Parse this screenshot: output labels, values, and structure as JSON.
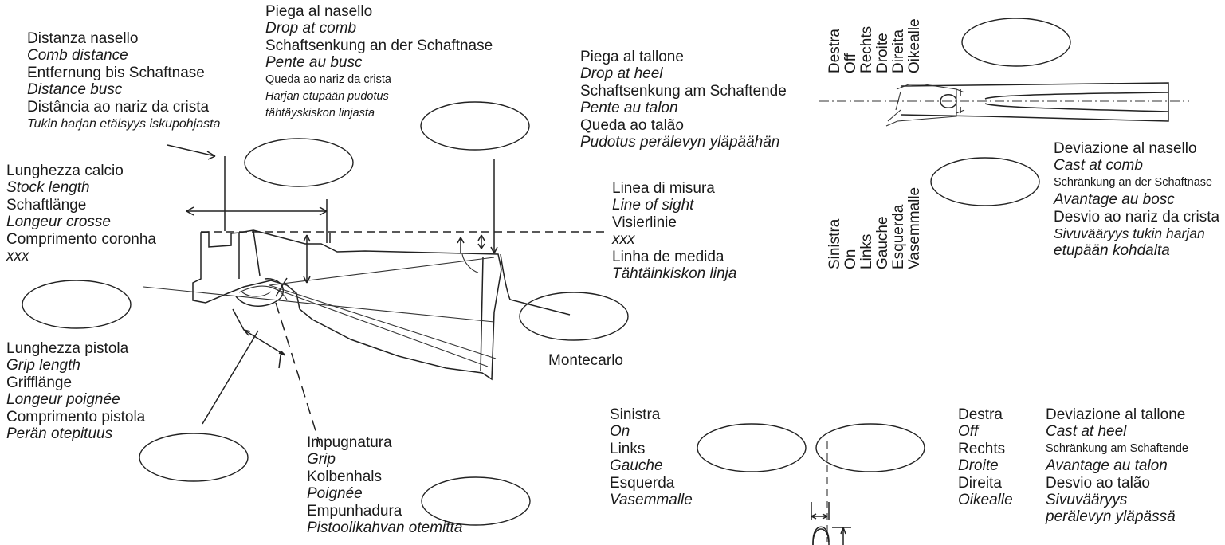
{
  "comb_distance": [
    "Distanza nasello",
    "Comb distance",
    "Entfernung bis Schaftnase",
    "Distance busc",
    "Distância ao nariz da crista",
    "Tukin harjan etäisyys iskupohjasta"
  ],
  "drop_comb": [
    "Piega al nasello",
    "Drop at comb",
    "Schaftsenkung an der Schaftnase",
    "Pente au busc",
    "Queda ao nariz da crista",
    "Harjan etupään pudotus",
    "tähtäyskiskon linjasta"
  ],
  "drop_heel": [
    "Piega al tallone",
    "Drop at heel",
    "Schaftsenkung am Schaftende",
    "Pente au talon",
    "Queda ao talão",
    "Pudotus perälevyn yläpäähän"
  ],
  "stock_length": [
    "Lunghezza calcio",
    "Stock length",
    "Schaftlänge",
    "Longeur crosse",
    "Comprimento coronha",
    "xxx"
  ],
  "line_sight": [
    "Linea di misura",
    "Line of sight",
    "Visierlinie",
    "xxx",
    "Linha de medida",
    "Tähtäinkiskon linja"
  ],
  "grip_length": [
    "Lunghezza pistola",
    "Grip length",
    "Grifflänge",
    "Longeur poignée",
    "Comprimento pistola",
    "Perän otepituus"
  ],
  "grip": [
    "Impugnatura",
    "Grip",
    "Kolbenhals",
    "Poignée",
    "Empunhadura",
    "Pistoolikahvan otemitta"
  ],
  "montecarlo": "Montecarlo",
  "right_vertical": [
    "Destra",
    "Off",
    "Rechts",
    "Droite",
    "Direita",
    "Oikealle"
  ],
  "left_vertical": [
    "Sinistra",
    "On",
    "Links",
    "Gauche",
    "Esquerda",
    "Vasemmalle"
  ],
  "cast_comb": [
    "Deviazione al nasello",
    "Cast at comb",
    "Schränkung an der Schaftnase",
    "Avantage au bosc",
    "Desvio ao nariz da crista",
    "Sivuvääryys tukin harjan",
    "etupään kohdalta"
  ],
  "left_lower": [
    "Sinistra",
    "On",
    "Links",
    "Gauche",
    "Esquerda",
    "Vasemmalle"
  ],
  "right_lower": [
    "Destra",
    "Off",
    "Rechts",
    "Droite",
    "Direita",
    "Oikealle"
  ],
  "cast_heel": [
    "Deviazione al tallone",
    "Cast at heel",
    "Schränkung am Schaftende",
    "Avantage au talon",
    "Desvio ao talão",
    "Sivuvääryys",
    "perälevyn yläpässä"
  ]
}
